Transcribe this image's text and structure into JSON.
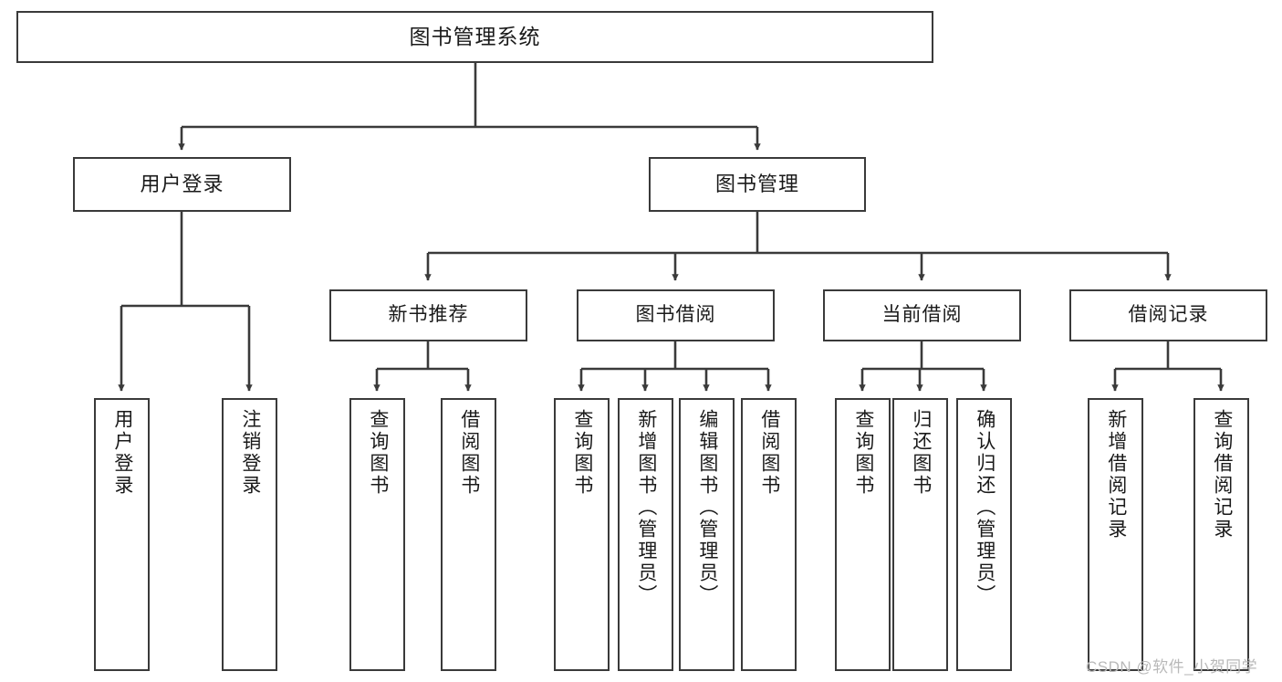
{
  "diagram": {
    "title": "图书管理系统",
    "type": "hierarchy-tree",
    "watermark": "CSDN @软件_小贺同学",
    "colors": {
      "stroke": "#3a3a3a",
      "fill": "#ffffff",
      "text": "#1a1a1a",
      "watermark": "#b9b9b9"
    },
    "nodes": {
      "root": {
        "label": "图书管理系统"
      },
      "level1": [
        {
          "id": "user-login",
          "label": "用户登录"
        },
        {
          "id": "book-manage",
          "label": "图书管理"
        }
      ],
      "level2": [
        {
          "id": "new-book-recommend",
          "label": "新书推荐"
        },
        {
          "id": "book-borrow",
          "label": "图书借阅"
        },
        {
          "id": "current-borrow",
          "label": "当前借阅"
        },
        {
          "id": "borrow-record",
          "label": "借阅记录"
        }
      ],
      "leaves": {
        "user-login": [
          {
            "id": "leaf-user-login",
            "label": "用户登录"
          },
          {
            "id": "leaf-logout-login",
            "label": "注销登录"
          }
        ],
        "new-book-recommend": [
          {
            "id": "leaf-query-book-1",
            "label": "查询图书"
          },
          {
            "id": "leaf-borrow-book-1",
            "label": "借阅图书"
          }
        ],
        "book-borrow": [
          {
            "id": "leaf-query-book-2",
            "label": "查询图书"
          },
          {
            "id": "leaf-add-book",
            "label": "新增图书（管理员）"
          },
          {
            "id": "leaf-edit-book",
            "label": "编辑图书（管理员）"
          },
          {
            "id": "leaf-borrow-book-2",
            "label": "借阅图书"
          }
        ],
        "current-borrow": [
          {
            "id": "leaf-query-book-3",
            "label": "查询图书"
          },
          {
            "id": "leaf-return-book",
            "label": "归还图书"
          },
          {
            "id": "leaf-confirm-return",
            "label": "确认归还（管理员）"
          }
        ],
        "borrow-record": [
          {
            "id": "leaf-add-record",
            "label": "新增借阅记录"
          },
          {
            "id": "leaf-query-record",
            "label": "查询借阅记录"
          }
        ]
      }
    }
  }
}
